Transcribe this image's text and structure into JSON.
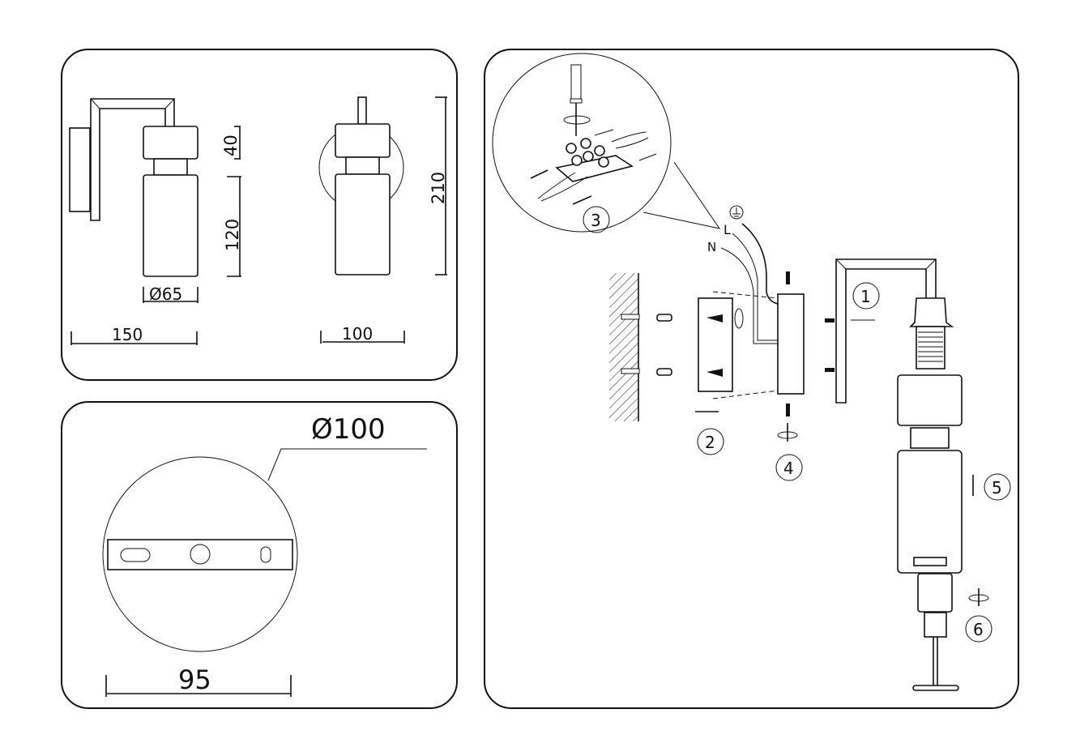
{
  "dimensions_panel": {
    "side_view": {
      "shade_top_height": "40",
      "shade_bottom_height": "120",
      "shade_diameter": "Ø65",
      "projection": "150"
    },
    "front_view": {
      "total_height": "210",
      "width": "100"
    }
  },
  "base_panel": {
    "base_diameter": "Ø100",
    "mounting_distance": "95"
  },
  "install_panel": {
    "steps": [
      "1",
      "2",
      "3",
      "4",
      "5",
      "6"
    ],
    "wire_labels": {
      "live": "L",
      "neutral": "N",
      "earth_symbol": "⏚"
    }
  }
}
